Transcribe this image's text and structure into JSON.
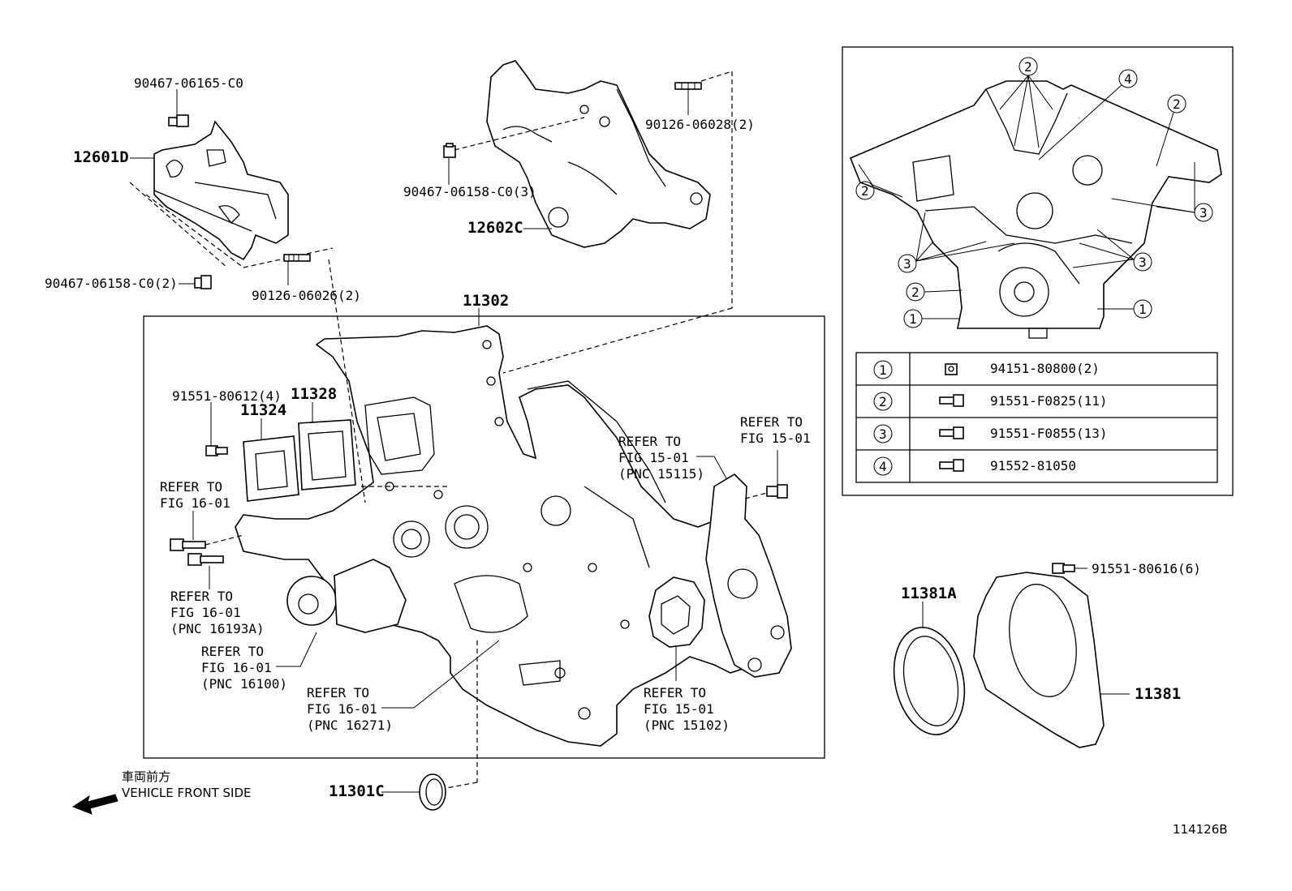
{
  "diagram_code": "114126B",
  "direction": {
    "jp": "車両前方",
    "en": "VEHICLE FRONT SIDE"
  },
  "parts": {
    "p12601d": "12601D",
    "p12602c": "12602C",
    "p11302": "11302",
    "p11324": "11324",
    "p11328": "11328",
    "p11381a": "11381A",
    "p11381": "11381",
    "p11301c": "11301C"
  },
  "fasteners": {
    "f1": "90467-06165-C0",
    "f2": "90467-06158-C0(2)",
    "f3": "90126-06026(2)",
    "f4": "90467-06158-C0(3)",
    "f5": "90126-06028(2)",
    "f6": "91551-80612(4)",
    "f7": "91551-80616(6)"
  },
  "refs": {
    "r1": [
      "REFER TO",
      "FIG 16-01"
    ],
    "r2": [
      "REFER TO",
      "FIG 16-01",
      "(PNC 16193A)"
    ],
    "r3": [
      "REFER TO",
      "FIG 16-01",
      "(PNC 16100)"
    ],
    "r4": [
      "REFER TO",
      "FIG 16-01",
      "(PNC 16271)"
    ],
    "r5": [
      "REFER TO",
      "FIG 15-01",
      "(PNC 15115)"
    ],
    "r6": [
      "REFER TO",
      "FIG 15-01"
    ],
    "r7": [
      "REFER TO",
      "FIG 15-01",
      "(PNC 15102)"
    ]
  },
  "legend": {
    "rows": [
      {
        "num": "1",
        "part": "94151-80800(2)"
      },
      {
        "num": "2",
        "part": "91551-F0825(11)"
      },
      {
        "num": "3",
        "part": "91551-F0855(13)"
      },
      {
        "num": "4",
        "part": "91552-81050"
      }
    ]
  },
  "inset_callouts": {
    "c_top2": "2",
    "c_top4": "4",
    "c_right2": "2",
    "c_left2": "2",
    "c_right3": "3",
    "c_left3": "3",
    "c_mid3": "3",
    "c_low2": "2",
    "c_low1": "1",
    "c_right1": "1"
  }
}
